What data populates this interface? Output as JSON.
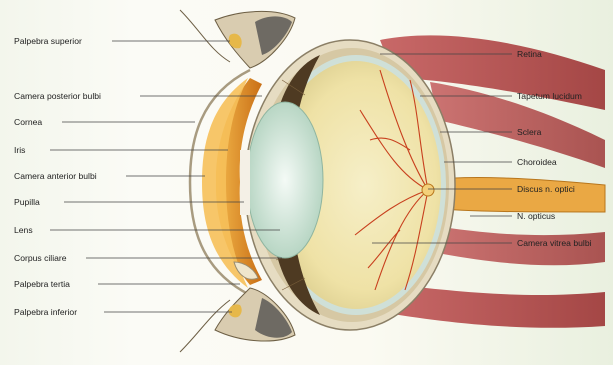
{
  "labels_left": [
    {
      "id": "palpebra-superior",
      "text": "Palpebra superior"
    },
    {
      "id": "camera-posterior-bulbi",
      "text": "Camera posterior bulbi"
    },
    {
      "id": "cornea",
      "text": "Cornea"
    },
    {
      "id": "iris",
      "text": "Iris"
    },
    {
      "id": "camera-anterior-bulbi",
      "text": "Camera anterior bulbi"
    },
    {
      "id": "pupilla",
      "text": "Pupilla"
    },
    {
      "id": "lens",
      "text": "Lens"
    },
    {
      "id": "corpus-ciliare",
      "text": "Corpus ciliare"
    },
    {
      "id": "palpebra-tertia",
      "text": "Palpebra tertia"
    },
    {
      "id": "palpebra-inferior",
      "text": "Palpebra inferior"
    }
  ],
  "labels_right": [
    {
      "id": "retina",
      "text": "Retina"
    },
    {
      "id": "tapetum-lucidum",
      "text": "Tapetum lucidum"
    },
    {
      "id": "sclera",
      "text": "Sclera"
    },
    {
      "id": "choroidea",
      "text": "Choroidea"
    },
    {
      "id": "discus-n-optici",
      "text": "Discus n. optici"
    },
    {
      "id": "n-opticus",
      "text": "N. opticus"
    },
    {
      "id": "camera-vitrea-bulbi",
      "text": "Camera vitrea bulbi"
    }
  ],
  "colors": {
    "muscle": "#b84a4a",
    "sclera": "#e9dfc6",
    "iris": "#e0962a",
    "lens": "#cfe3d6",
    "vitreous": "#f0e6b8",
    "optic_nerve": "#e8a640",
    "vessels": "#c8401e"
  }
}
